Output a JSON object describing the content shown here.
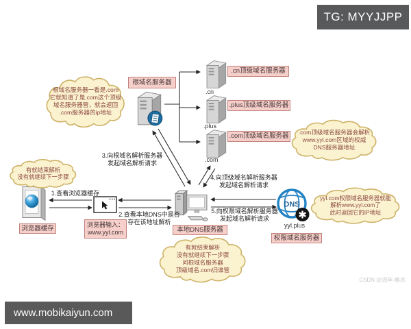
{
  "overlays": {
    "tg_badge": "TG: MYYJJPP",
    "site_badge": "www.mobikaiyun.com",
    "watermark": "CSDN @流年·格念"
  },
  "colors": {
    "label_bg": "#f6cfca",
    "label_border": "#c0827c",
    "cloud_bg": "#fbf2d0",
    "cloud_border": "#cdb267",
    "cloud_text": "#8c4a40",
    "overlay_bg": "#58595b",
    "dns_blue": "#2383c4",
    "sphere_blue": "#2196d3"
  },
  "diagram": {
    "server_labels": {
      "root": "根域名服务器",
      "cn": ".cn顶级域名服务器",
      "plus": ".plus顶级域名服务器",
      "com": ".com顶级域名服务器",
      "browser_cache": "浏览器缓存",
      "local_dns": "本地DNS服务器",
      "auth": "权限域名服务器"
    },
    "browser_input": {
      "line1": "浏览器输入：",
      "line2": "www.yyl.com"
    },
    "node_captions": {
      "cn": ".cn",
      "plus": ".plus",
      "com": ".com",
      "auth": "yyl.plus"
    },
    "steps": {
      "s1": "1.查看浏览器缓存",
      "s2l1": "2.查看本地DNS中是否",
      "s2l2": "存在该地址解析",
      "s3l1": "3.向根域名解析服务器",
      "s3l2": "发起域名解析请求",
      "s4l1": "4.向顶级域名解析服务器",
      "s4l2": "发起域名解析请求",
      "s5l1": "5.向权限域名解析服务器",
      "s5l2": "发起域名解析请求"
    },
    "clouds": {
      "root_note": [
        "根域名服务器一看是.com",
        "它就知道了是.com这个顶级",
        "域名服务器管，就会返回",
        ".com服务器的ip地址"
      ],
      "cache_note": [
        "有就结束解析",
        "没有就继续下一步骤"
      ],
      "tld_note": [
        ".com顶级域名服务器会解析",
        "www.yyl.com区域的权威",
        "DNS服务器地址"
      ],
      "auth_note": [
        "yyl.com权限域名服务器就能",
        "解析www.yyl.com了",
        "此时返回它的IP地址"
      ],
      "local_note": [
        "有就结束解析",
        "没有就继续下一步骤",
        "问根域名服务器",
        "顶级域名.com归谁管"
      ]
    },
    "globe": {
      "text": "DNS",
      "badge_glyph": "✱"
    }
  }
}
